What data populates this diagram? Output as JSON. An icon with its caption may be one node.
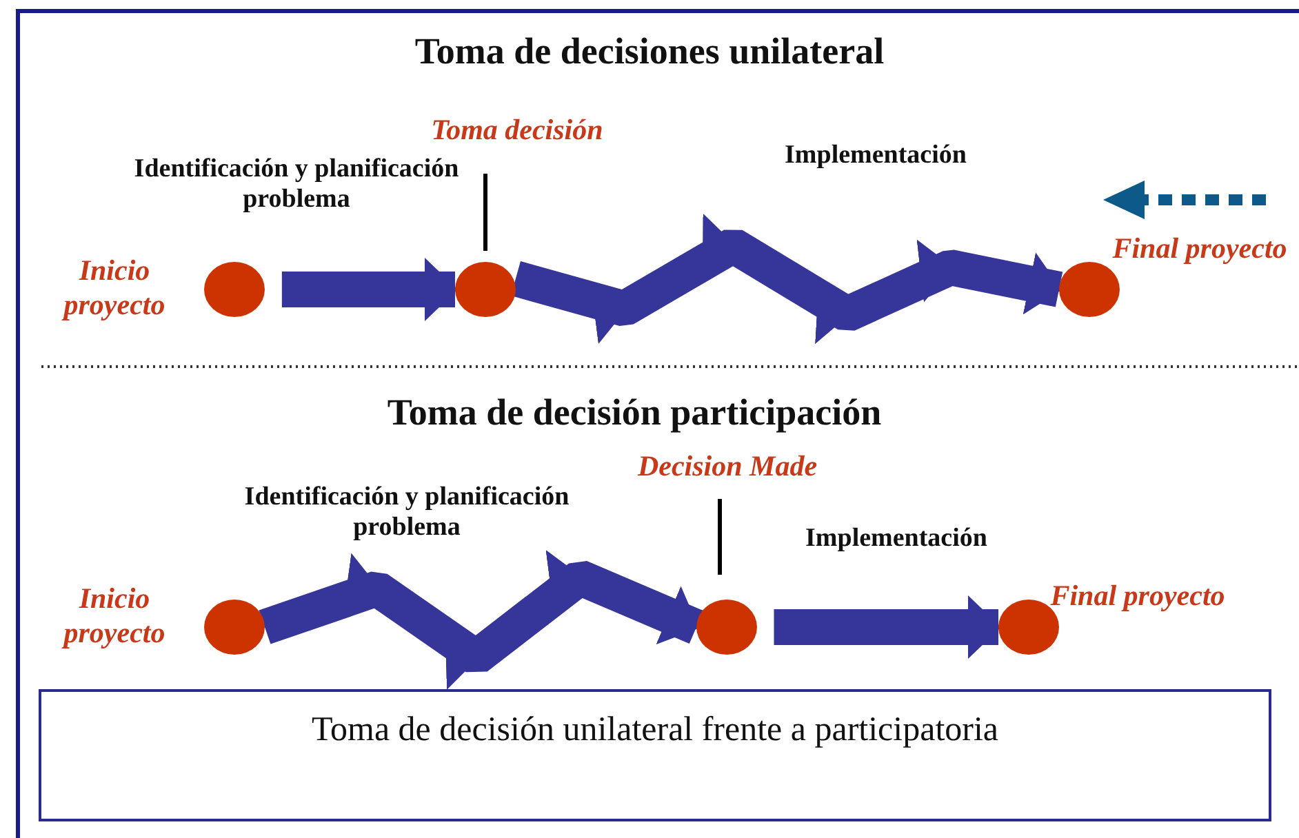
{
  "diagram": {
    "nodes": [
      {
        "text": [],
        "shape": "circle",
        "beside": [
          "Inicio proyecto"
        ]
      },
      {
        "text": [],
        "shape": "circle"
      },
      {
        "text": [],
        "shape": "circle",
        "beside": [
          "Final proyecto"
        ]
      },
      {
        "text": [],
        "shape": "circle",
        "beside": [
          "Inicio proyecto"
        ]
      },
      {
        "text": [],
        "shape": "circle"
      },
      {
        "text": [],
        "shape": "circle",
        "beside": [
          "Final proyecto"
        ]
      },
      {
        "text": [
          "Toma de decisión unilateral frente a participatoria"
        ]
      }
    ],
    "edges": [
      {
        "from": 0,
        "to": 1,
        "arrow": "to"
      },
      {
        "from": 1,
        "to": 2,
        "arrow": "to"
      },
      {
        "from": 3,
        "to": 4,
        "arrow": "to"
      },
      {
        "from": 4,
        "to": 5,
        "arrow": "to"
      }
    ],
    "labels": [
      "Toma de decisiones unilateral",
      "Toma decisión",
      "Identificación y planificación problema",
      "Implementación",
      "Toma de decisión participación",
      "Decision Made",
      "Identificación y planificación problema",
      "Implementación"
    ]
  }
}
